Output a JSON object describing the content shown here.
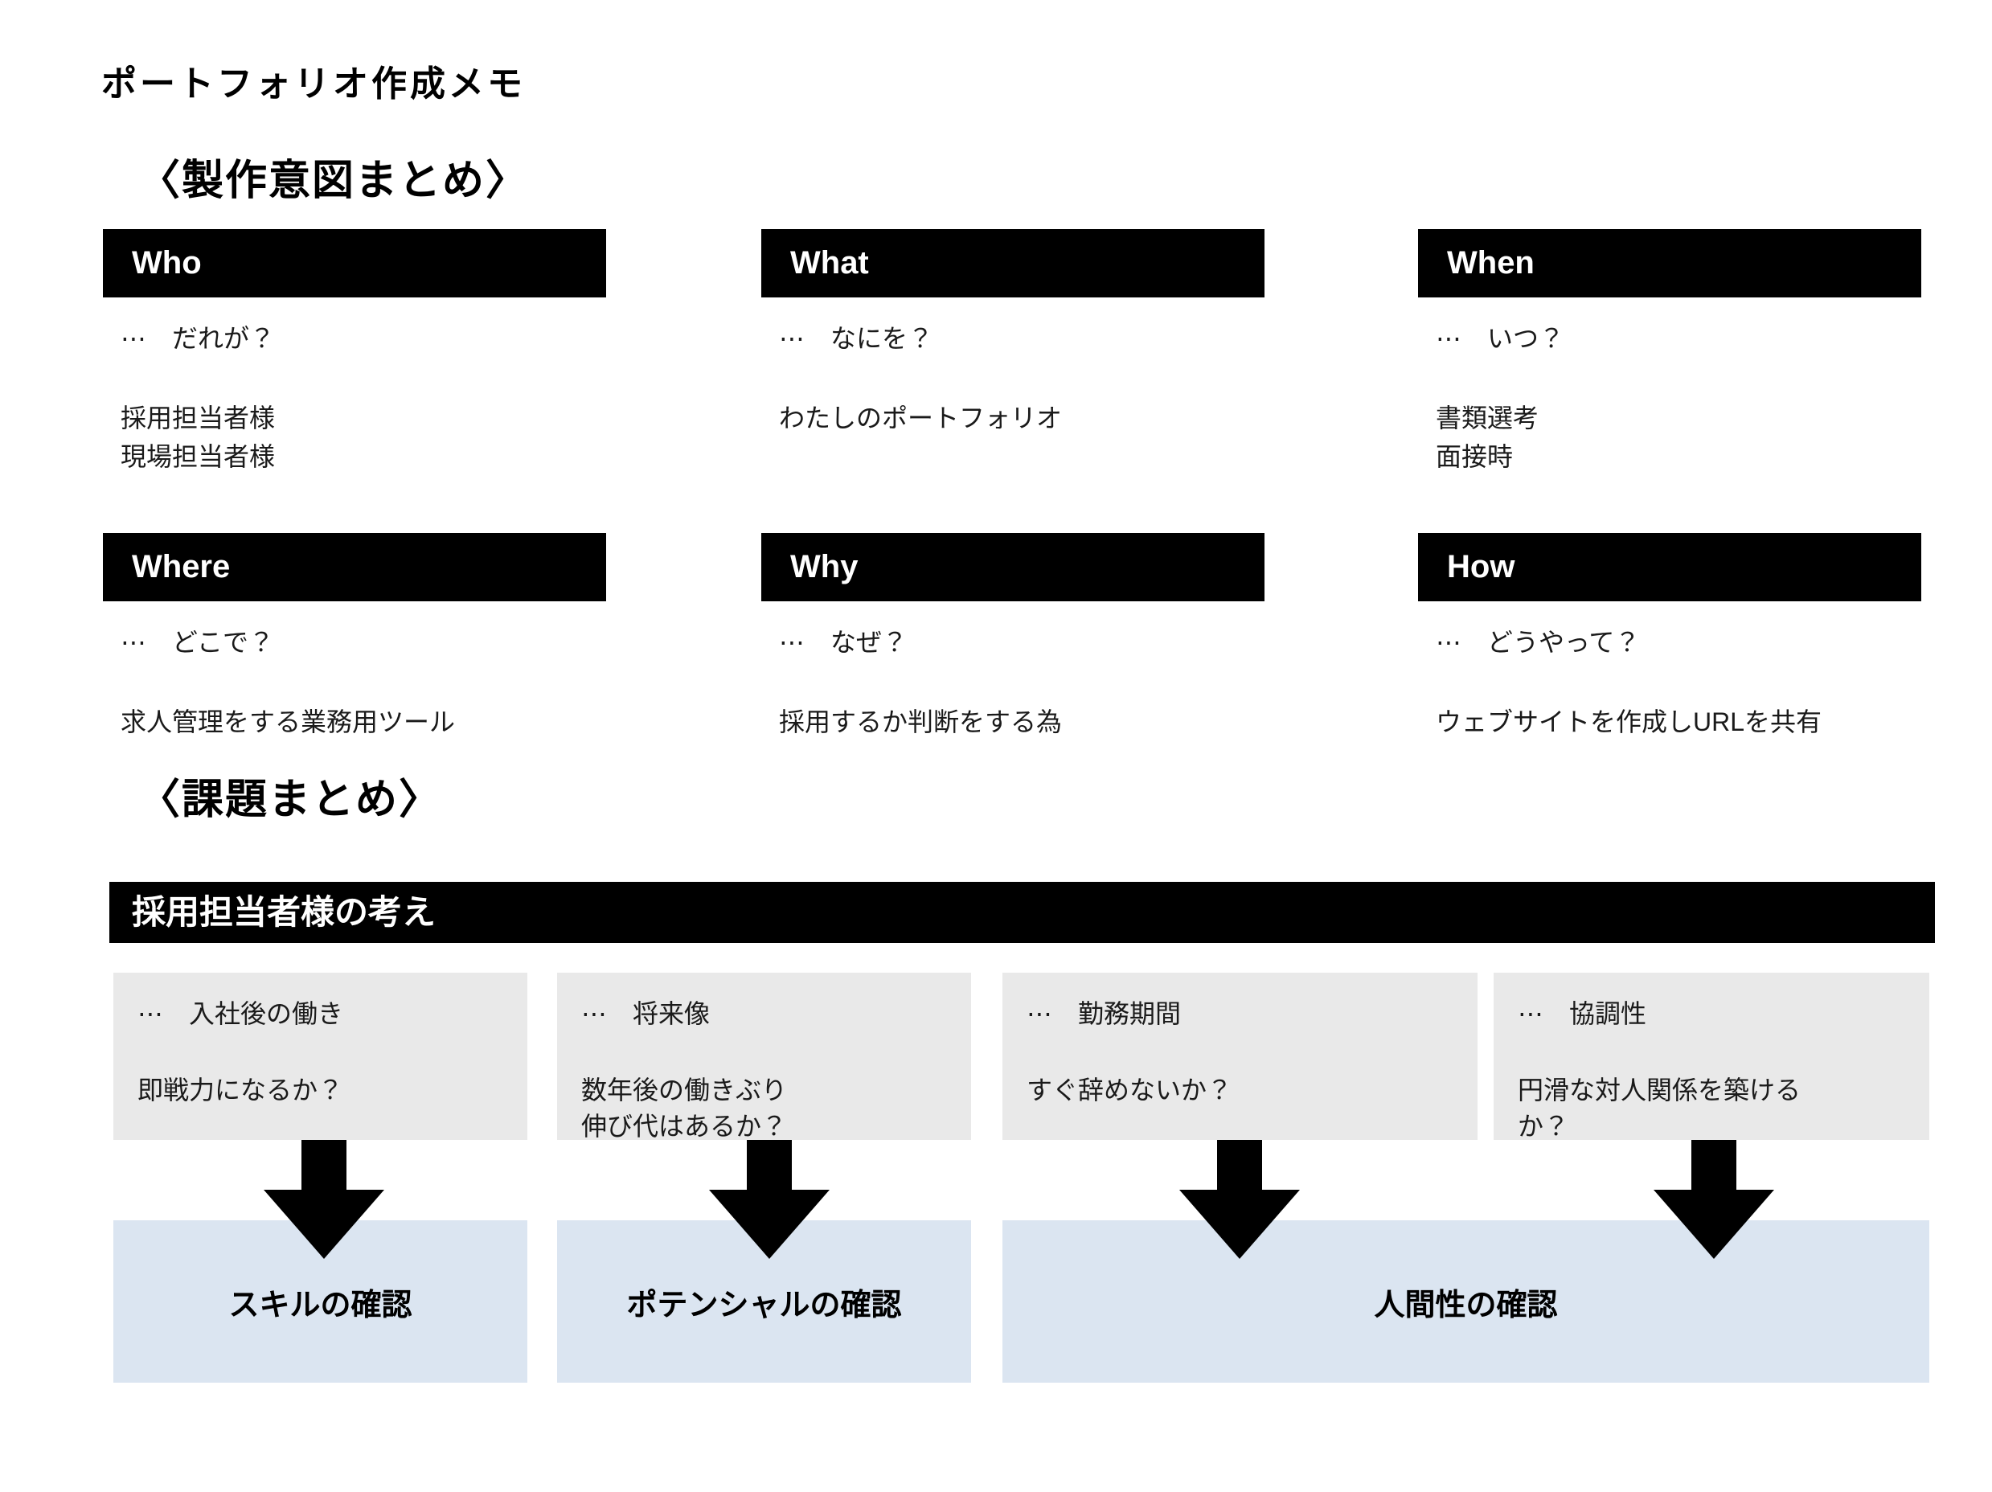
{
  "title": "ポートフォリオ作成メモ",
  "intent": {
    "heading": "〈製作意図まとめ〉",
    "items": [
      {
        "header": "Who",
        "question": "⋯　だれが？",
        "lines": [
          "採用担当者様",
          "現場担当者様"
        ]
      },
      {
        "header": "What",
        "question": "⋯　なにを？",
        "lines": [
          "わたしのポートフォリオ"
        ]
      },
      {
        "header": "When",
        "question": "⋯　いつ？",
        "lines": [
          "書類選考",
          "面接時"
        ]
      },
      {
        "header": "Where",
        "question": "⋯　どこで？",
        "lines": [
          "求人管理をする業務用ツール"
        ]
      },
      {
        "header": "Why",
        "question": "⋯　なぜ？",
        "lines": [
          "採用するか判断をする為"
        ]
      },
      {
        "header": "How",
        "question": "⋯　どうやって？",
        "lines": [
          "ウェブサイトを作成しURLを共有"
        ]
      }
    ]
  },
  "issues": {
    "heading": "〈課題まとめ〉",
    "bar_title": "採用担当者様の考え",
    "items": [
      {
        "question": "⋯　入社後の働き",
        "lines": [
          "即戦力になるか？"
        ]
      },
      {
        "question": "⋯　将来像",
        "lines": [
          "数年後の働きぶり",
          "伸び代はあるか？"
        ]
      },
      {
        "question": "⋯　勤務期間",
        "lines": [
          "すぐ辞めないか？"
        ]
      },
      {
        "question": "⋯　協調性",
        "lines": [
          "円滑な対人関係を築ける",
          "か？"
        ]
      }
    ],
    "results": [
      {
        "label": "スキルの確認"
      },
      {
        "label": "ポテンシャルの確認"
      },
      {
        "label": "人間性の確認"
      }
    ]
  },
  "colors": {
    "header_bg": "#000000",
    "header_text": "#ffffff",
    "issue_box_bg": "#e9e9e9",
    "result_box_bg": "#dbe5f1",
    "arrow": "#000000"
  }
}
